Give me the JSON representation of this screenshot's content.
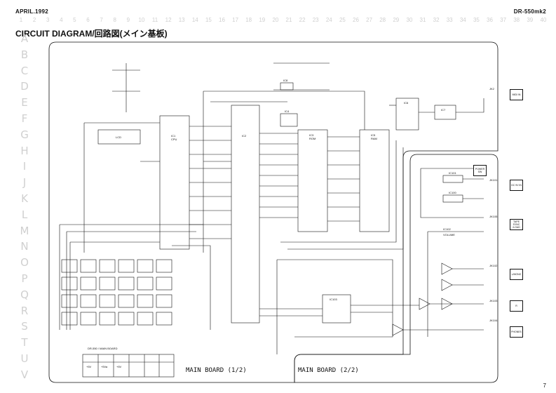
{
  "header": {
    "date": "APRIL.1992",
    "model": "DR-550mk2",
    "title": "CIRCUIT DIAGRAM/回路図(メイン基板)",
    "page_number": "7"
  },
  "grid": {
    "columns": [
      "1",
      "2",
      "3",
      "4",
      "5",
      "6",
      "7",
      "8",
      "9",
      "10",
      "11",
      "12",
      "13",
      "14",
      "15",
      "16",
      "17",
      "18",
      "19",
      "20",
      "21",
      "22",
      "23",
      "24",
      "25",
      "26",
      "27",
      "28",
      "29",
      "30",
      "31",
      "32",
      "33",
      "34",
      "35",
      "36",
      "37",
      "38",
      "39",
      "40"
    ],
    "rows": [
      "A",
      "B",
      "C",
      "D",
      "E",
      "F",
      "G",
      "H",
      "I",
      "J",
      "K",
      "L",
      "M",
      "N",
      "O",
      "P",
      "Q",
      "R",
      "S",
      "T",
      "U",
      "V"
    ]
  },
  "boards": {
    "left_label": "MAIN BOARD (1/2)",
    "right_label": "MAIN BOARD (2/2)"
  },
  "ics": {
    "ic1": "IC1",
    "ic1_sub": "CPU",
    "ic2": "IC2",
    "ic3": "IC3",
    "ic3_sub": "ROM",
    "ic5": "IC5",
    "ic5_sub": "RAM",
    "ic6": "IC6",
    "ic7": "IC7",
    "ic4": "IC4",
    "ic8": "IC8",
    "ic101": "IC101",
    "ic100": "IC100",
    "ic102": "IC102",
    "ic103": "IC103",
    "lcd": "LCD"
  },
  "jacks": {
    "jk2": "JK2",
    "jk101": "JK101",
    "jk102": "JK102",
    "jk103": "JK103",
    "jk104": "JK104",
    "jk105": "JK105"
  },
  "connectors": {
    "midi": "MIDI IN",
    "power": "POWER SW",
    "dcin": "DC 9V IN",
    "tape": "TAPE SYNC /LOAD",
    "lmono": "L/MONO",
    "r": "R",
    "phones": "PHONES"
  },
  "misc": {
    "volume": "VOLUME"
  },
  "legend": {
    "headers": [
      "+5V",
      "+5Va",
      "+5V",
      "",
      "",
      ""
    ],
    "label": "DR-550 / MAIN BOARD"
  }
}
